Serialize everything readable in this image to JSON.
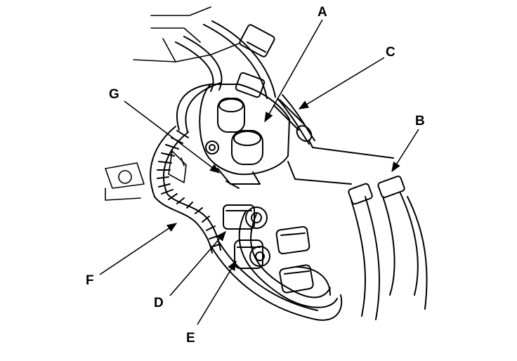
{
  "labels": {
    "A": "A",
    "B": "B",
    "C": "C",
    "D": "D",
    "E": "E",
    "F": "F",
    "G": "G"
  },
  "colors": {
    "ink": "#000000",
    "background": "#ffffff"
  }
}
